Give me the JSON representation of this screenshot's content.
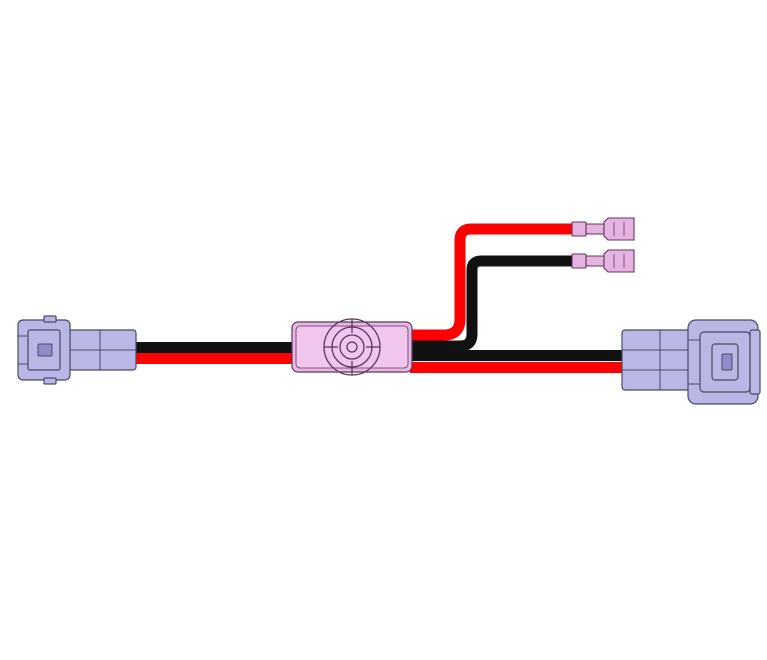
{
  "diagram": {
    "title": "",
    "colors": {
      "background": "#ffffff",
      "wire_positive": "#ff0000",
      "wire_negative": "#111111",
      "connector_body": "#b9b7e6",
      "connector_outline": "#4a4a66",
      "splice_body": "#e9b6e6",
      "splice_outline": "#5a3a58",
      "terminal_body": "#e6b3e3",
      "terminal_outline": "#5a3a58"
    },
    "components": [
      {
        "name": "left-connector",
        "kind": "connector"
      },
      {
        "name": "splice-housing",
        "kind": "splice"
      },
      {
        "name": "right-connector",
        "kind": "connector"
      },
      {
        "name": "spade-terminal-red",
        "kind": "terminal"
      },
      {
        "name": "spade-terminal-black",
        "kind": "terminal"
      }
    ]
  }
}
